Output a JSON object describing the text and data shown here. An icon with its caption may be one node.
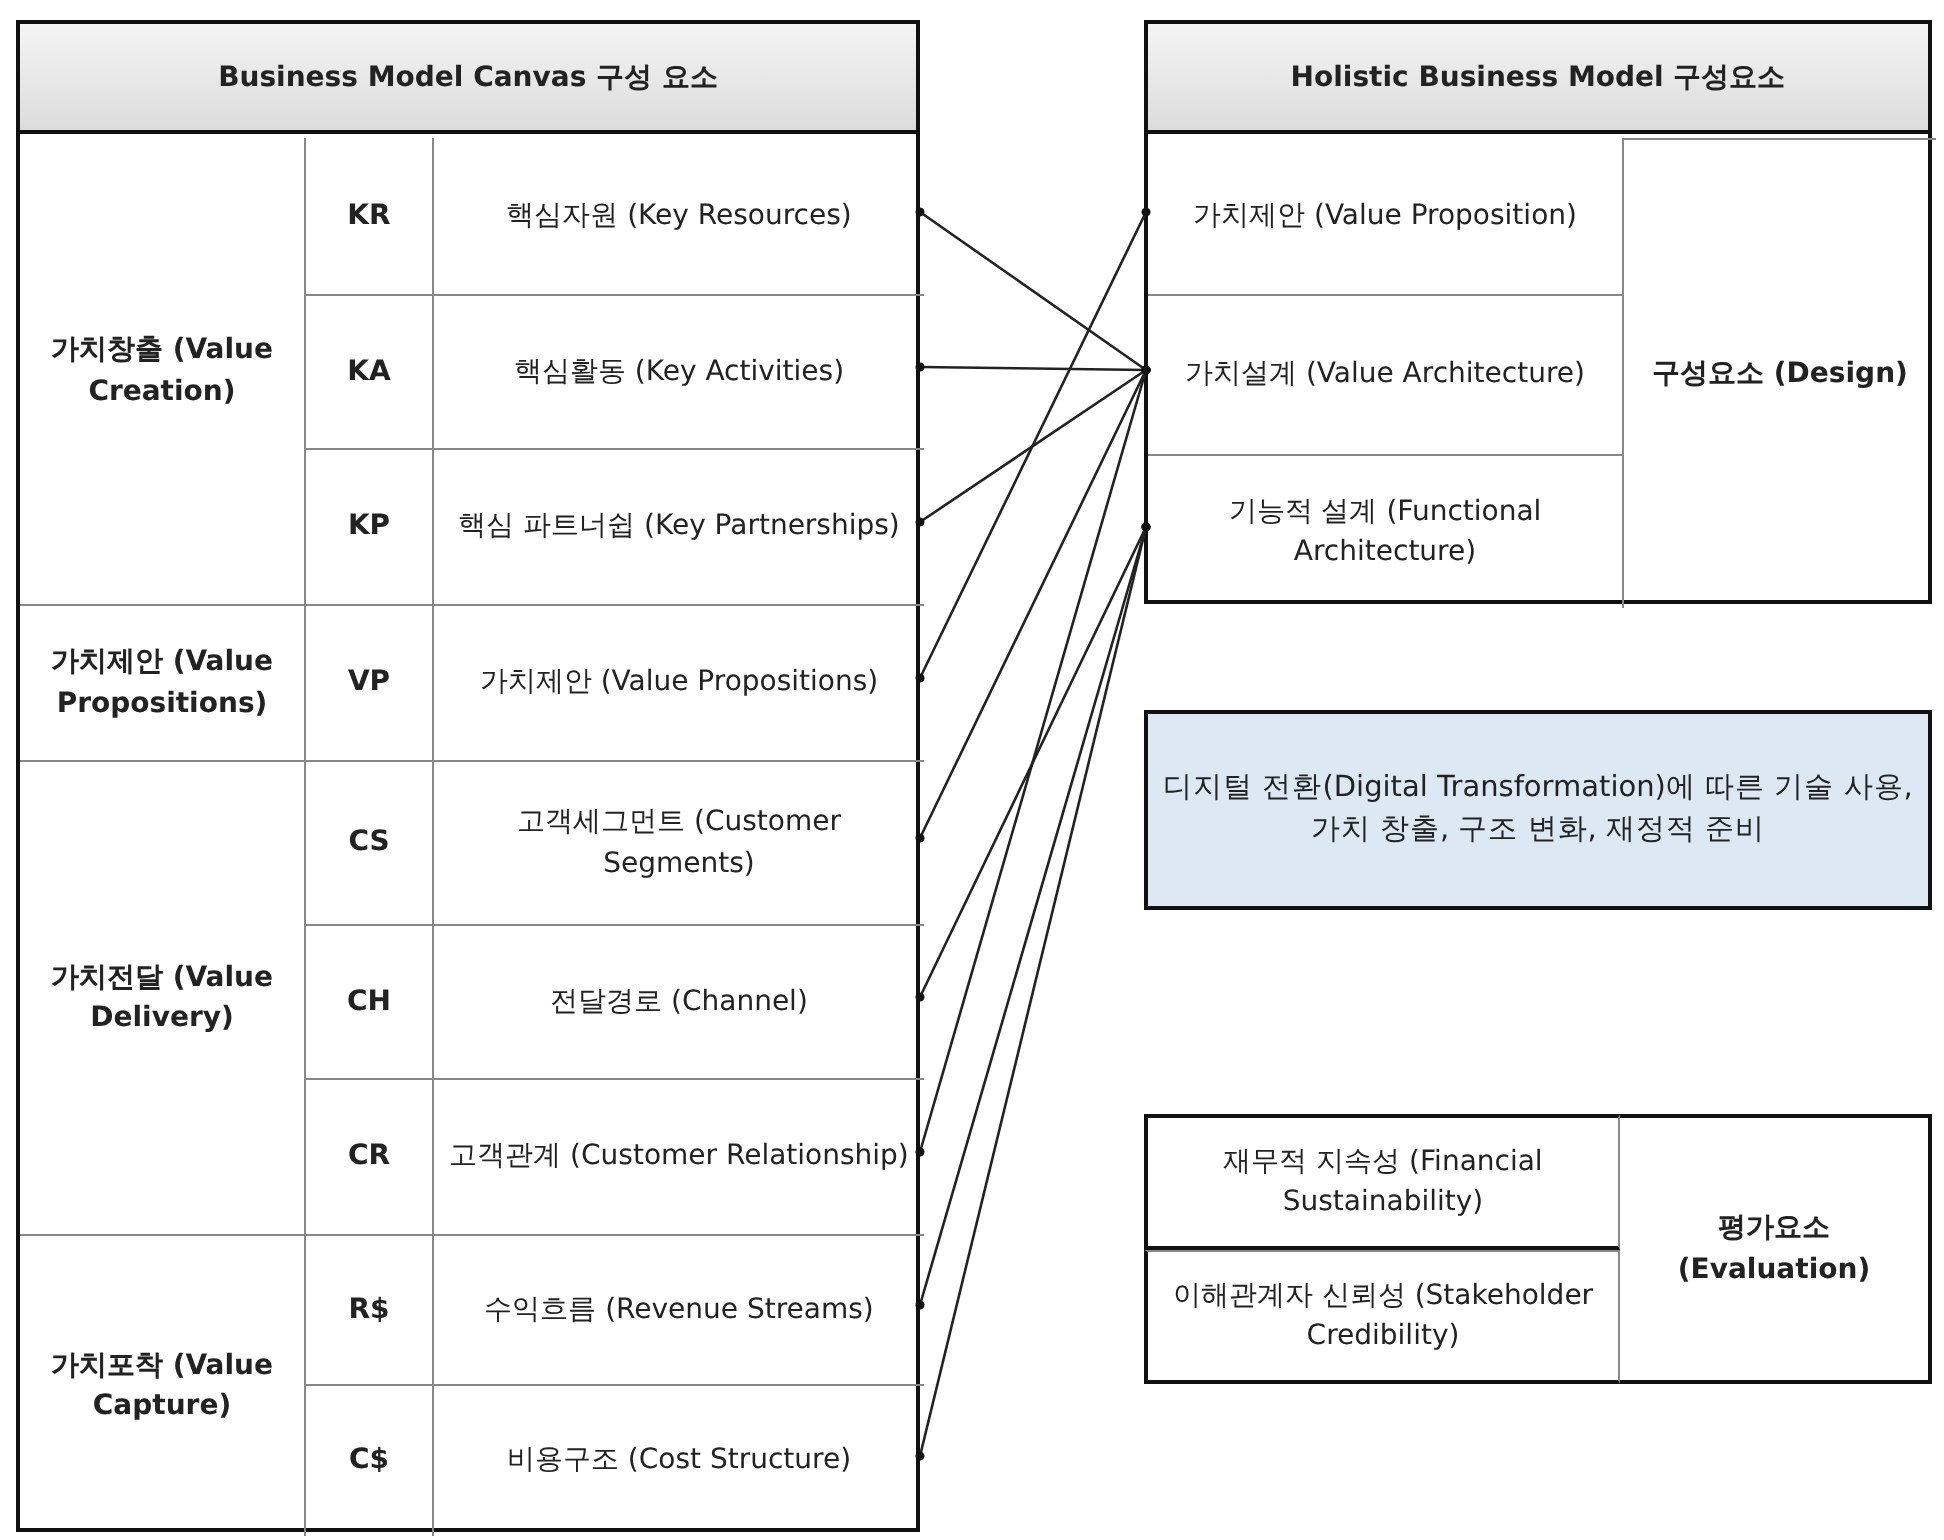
{
  "diagram": {
    "nodes": [
      {
        "text": [
          "Business Model Canvas 구성 요소"
        ]
      },
      {
        "text": [
          "가치창출 (Value Creation)"
        ],
        "in": 0
      },
      {
        "text": [
          "KR",
          "핵심자원 (Key Resources)"
        ],
        "in": 0
      },
      {
        "text": [
          "KA",
          "핵심활동 (Key Activities)"
        ],
        "in": 0
      },
      {
        "text": [
          "KP",
          "핵심 파트너쉽 (Key Partnerships)"
        ],
        "in": 0
      },
      {
        "text": [
          "가치제안 (Value Propositions)"
        ],
        "in": 0
      },
      {
        "text": [
          "VP",
          "가치제안 (Value Propositions)"
        ],
        "in": 0
      },
      {
        "text": [
          "가치전달 (Value Delivery)"
        ],
        "in": 0
      },
      {
        "text": [
          "CS",
          "고객세그먼트 (Customer Segments)"
        ],
        "in": 0
      },
      {
        "text": [
          "CH",
          "전달경로 (Channel)"
        ],
        "in": 0
      },
      {
        "text": [
          "CR",
          "고객관계 (Customer Relationship)"
        ],
        "in": 0
      },
      {
        "text": [
          "가치포착 (Value Capture)"
        ],
        "in": 0
      },
      {
        "text": [
          "R$",
          "수익흐름 (Revenue Streams)"
        ],
        "in": 0
      },
      {
        "text": [
          "C$",
          "비용구조 (Cost Structure)"
        ],
        "in": 0
      },
      {
        "text": [
          "Holistic Business Model 구성요소"
        ]
      },
      {
        "text": [
          "가치제안 (Value Proposition)"
        ],
        "in": 14
      },
      {
        "text": [
          "가치설계 (Value Architecture)"
        ],
        "in": 14
      },
      {
        "text": [
          "기능적 설계 (Functional Architecture)"
        ],
        "in": 14
      },
      {
        "text": [
          "구성요소 (Design)"
        ],
        "in": 14
      },
      {
        "text": [
          "디지털 전환(Digital Transformation)에 따른 기술 사용, 가치 창출, 구조 변화, 재정적 준비"
        ]
      },
      {
        "text": [
          "재무적 지속성 (Financial Sustainability)"
        ]
      },
      {
        "text": [
          "이해관계자 신뢰성 (Stakeholder Credibility)"
        ]
      },
      {
        "text": [
          "평가요소 (Evaluation)"
        ]
      }
    ],
    "edges": [
      {
        "from": 2,
        "to": 16,
        "arrow": "other"
      },
      {
        "from": 3,
        "to": 16,
        "arrow": "other"
      },
      {
        "from": 4,
        "to": 16,
        "arrow": "other"
      },
      {
        "from": 6,
        "to": 15,
        "arrow": "other"
      },
      {
        "from": 8,
        "to": 16,
        "arrow": "other"
      },
      {
        "from": 9,
        "to": 17,
        "arrow": "other"
      },
      {
        "from": 10,
        "to": 16,
        "arrow": "other"
      },
      {
        "from": 12,
        "to": 17,
        "arrow": "other"
      },
      {
        "from": 13,
        "to": 17,
        "arrow": "other"
      }
    ]
  }
}
